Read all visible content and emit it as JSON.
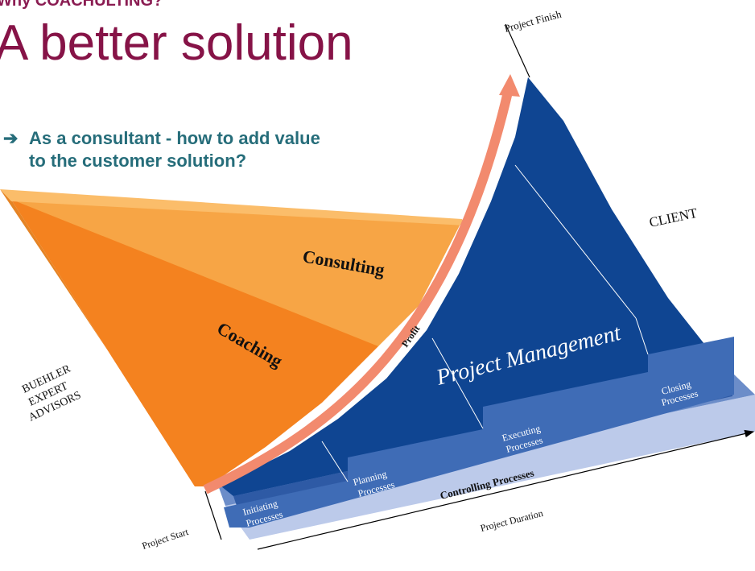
{
  "header": {
    "subtitle": "Why COACHULTING?",
    "title": "A better solution"
  },
  "question": {
    "arrow": "➔",
    "line1": "As a consultant - how to add value",
    "line2": "to the customer solution?"
  },
  "diagram": {
    "left_label": [
      "BUEHLER",
      "EXPERT",
      "ADVISORS"
    ],
    "right_label": "CLIENT",
    "consulting": "Consulting",
    "coaching": "Coaching",
    "profit": "Profit",
    "project_management": "Project Management",
    "project_finish": "Project Finish",
    "project_start": "Project Start",
    "project_duration": "Project Duration",
    "controlling": "Controlling Processes",
    "processes": {
      "initiating": [
        "Initiating",
        "Processes"
      ],
      "planning": [
        "Planning",
        "Processes"
      ],
      "executing": [
        "Executing",
        "Processes"
      ],
      "closing": [
        "Closing",
        "Processes"
      ]
    },
    "colors": {
      "orange_light": "#f7a545",
      "orange_dark": "#f4821f",
      "orange_side": "#e58425",
      "blue_dark": "#0f4592",
      "blue_mid": "#3a66b0",
      "blue_light": "#b7c6e4",
      "profit_arrow": "#f28a6e",
      "title_color": "#861347",
      "question_color": "#266d7a"
    }
  }
}
